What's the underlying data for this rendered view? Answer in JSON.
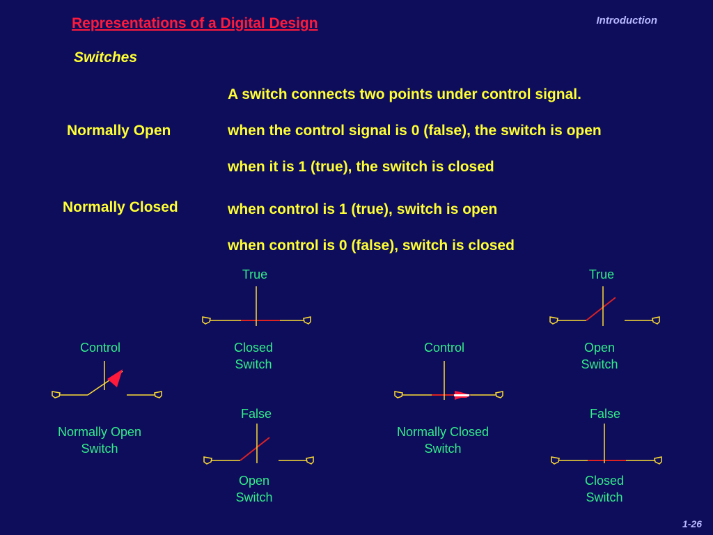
{
  "header": {
    "title": "Representations of a Digital Design",
    "section": "Introduction",
    "subtitle": "Switches"
  },
  "body": {
    "intro": "A switch connects two points under control signal.",
    "normally_open": {
      "label": "Normally Open",
      "lines": [
        "when the control signal is 0 (false), the switch is open",
        "when it is 1 (true), the switch is closed"
      ]
    },
    "normally_closed": {
      "label": "Normally Closed",
      "lines": [
        "when control is 1 (true), switch is open",
        "when control is 0 (false), switch is closed"
      ]
    }
  },
  "diagrams": {
    "no_control": "Control",
    "no_caption": [
      "Normally Open",
      "Switch"
    ],
    "no_true_label": "True",
    "no_true_state": [
      "Closed",
      "Switch"
    ],
    "no_false_label": "False",
    "no_false_state": [
      "Open",
      "Switch"
    ],
    "nc_control": "Control",
    "nc_caption": [
      "Normally Closed",
      "Switch"
    ],
    "nc_true_label": "True",
    "nc_true_state": [
      "Open",
      "Switch"
    ],
    "nc_false_label": "False",
    "nc_false_state": [
      "Closed",
      "Switch"
    ]
  },
  "colors": {
    "background": "#0d0d5c",
    "title": "#ff1a3c",
    "text_yellow": "#ffff33",
    "label_green": "#33ee88",
    "wire": "#ffdd33",
    "switch_arm": "#dd2222"
  },
  "footer": {
    "page": "1-26"
  }
}
